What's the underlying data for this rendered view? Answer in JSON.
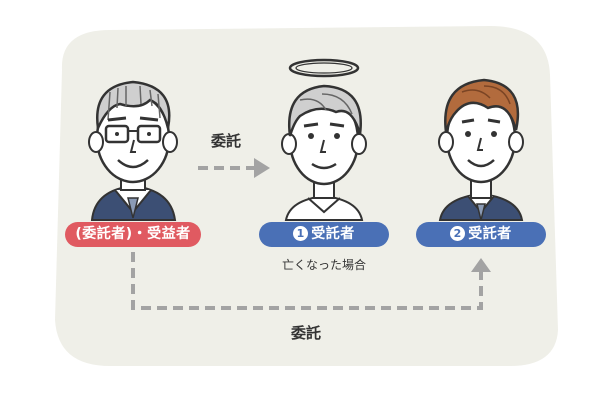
{
  "colors": {
    "background_panel": "#efefe8",
    "red_badge": "#e05a61",
    "blue_badge": "#4a70b6",
    "arrow": "#a3a3a3",
    "line": "#333333",
    "skin": "#ffffff",
    "brown_hair": "#b26b3d",
    "gray_hair": "#cfcfcf",
    "suit_navy": "#3c4f74"
  },
  "people": [
    {
      "id": "settlor",
      "badge": "(委託者)・受益者",
      "icon": "elderly-man-with-glasses-icon"
    },
    {
      "id": "trustee1",
      "number": "1",
      "badge": "受託者",
      "note": "亡くなった場合",
      "icon": "deceased-man-with-halo-icon"
    },
    {
      "id": "trustee2",
      "number": "2",
      "badge": "受託者",
      "icon": "young-man-brown-hair-icon"
    }
  ],
  "arrows": {
    "top_label": "委託",
    "bottom_label": "委託"
  }
}
